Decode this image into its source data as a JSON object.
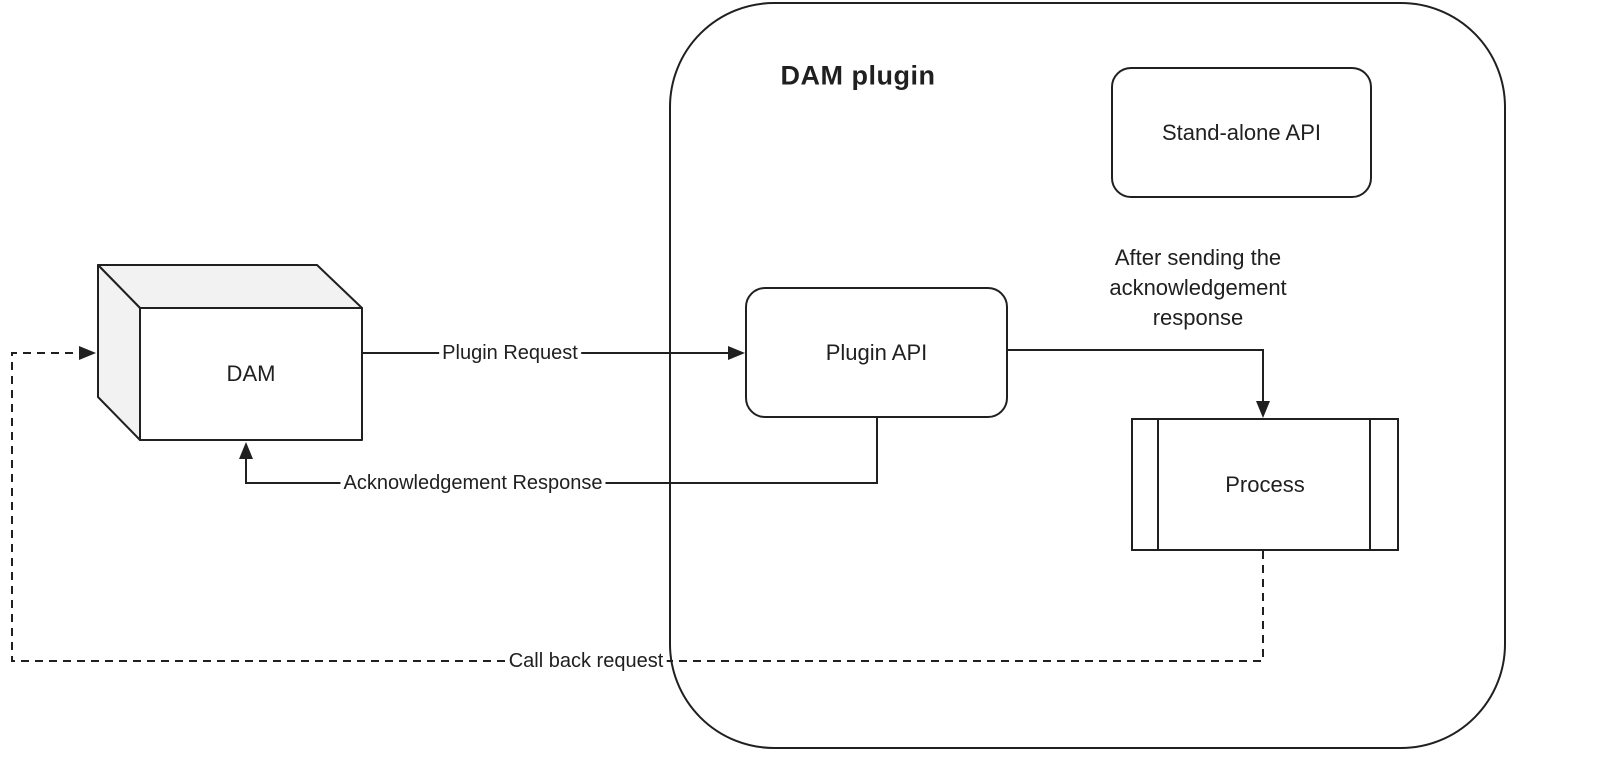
{
  "diagram": {
    "container": {
      "title": "DAM plugin"
    },
    "nodes": {
      "dam": {
        "label": "DAM",
        "shape": "cube"
      },
      "plugin_api": {
        "label": "Plugin API",
        "shape": "rounded-rectangle"
      },
      "standalone_api": {
        "label": "Stand-alone API",
        "shape": "rounded-rectangle"
      },
      "process": {
        "label": "Process",
        "shape": "predefined-process"
      }
    },
    "edges": {
      "plugin_request": {
        "label": "Plugin Request",
        "style": "solid",
        "from": "DAM",
        "to": "Plugin API"
      },
      "acknowledgement_response": {
        "label": "Acknowledgement Response",
        "style": "solid",
        "from": "Plugin API",
        "to": "DAM"
      },
      "plugin_api_to_process": {
        "label": "",
        "style": "solid",
        "from": "Plugin API",
        "to": "Process"
      },
      "call_back_request": {
        "label": "Call back request",
        "style": "dashed",
        "from": "Process",
        "to": "DAM"
      }
    },
    "annotation": {
      "lines": [
        "After sending the",
        "acknowledgement",
        "response"
      ]
    },
    "colors": {
      "stroke": "#202020",
      "node_fill": "#ffffff",
      "cube_shade_fill": "#f2f2f2",
      "background": "#ffffff"
    }
  }
}
